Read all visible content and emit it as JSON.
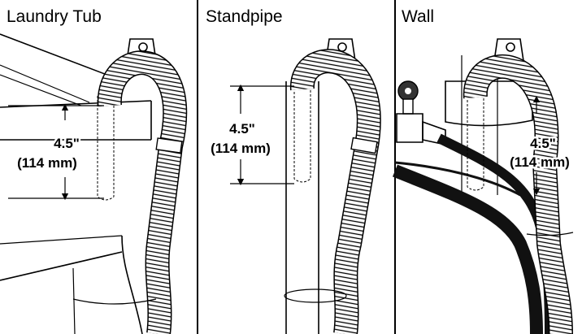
{
  "panels": [
    {
      "title": "Laundry Tub",
      "measure_in": "4.5\"",
      "measure_mm": "(114 mm)"
    },
    {
      "title": "Standpipe",
      "measure_in": "4.5\"",
      "measure_mm": "(114 mm)"
    },
    {
      "title": "Wall",
      "measure_in": "4.5\"",
      "measure_mm": "(114 mm)"
    }
  ]
}
